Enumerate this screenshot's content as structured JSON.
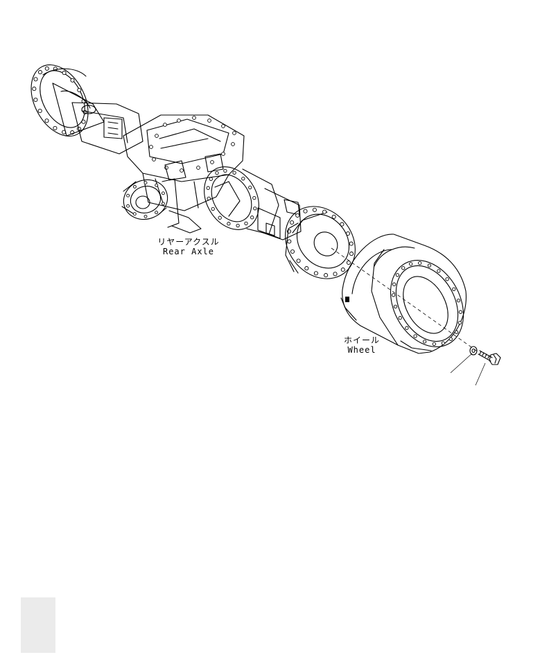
{
  "labels": {
    "rear_axle_jp": "リヤーアクスル",
    "rear_axle_en": "Rear Axle",
    "wheel_jp": "ホイール",
    "wheel_en": "Wheel"
  },
  "colors": {
    "line": "#000000",
    "background": "#ffffff"
  }
}
